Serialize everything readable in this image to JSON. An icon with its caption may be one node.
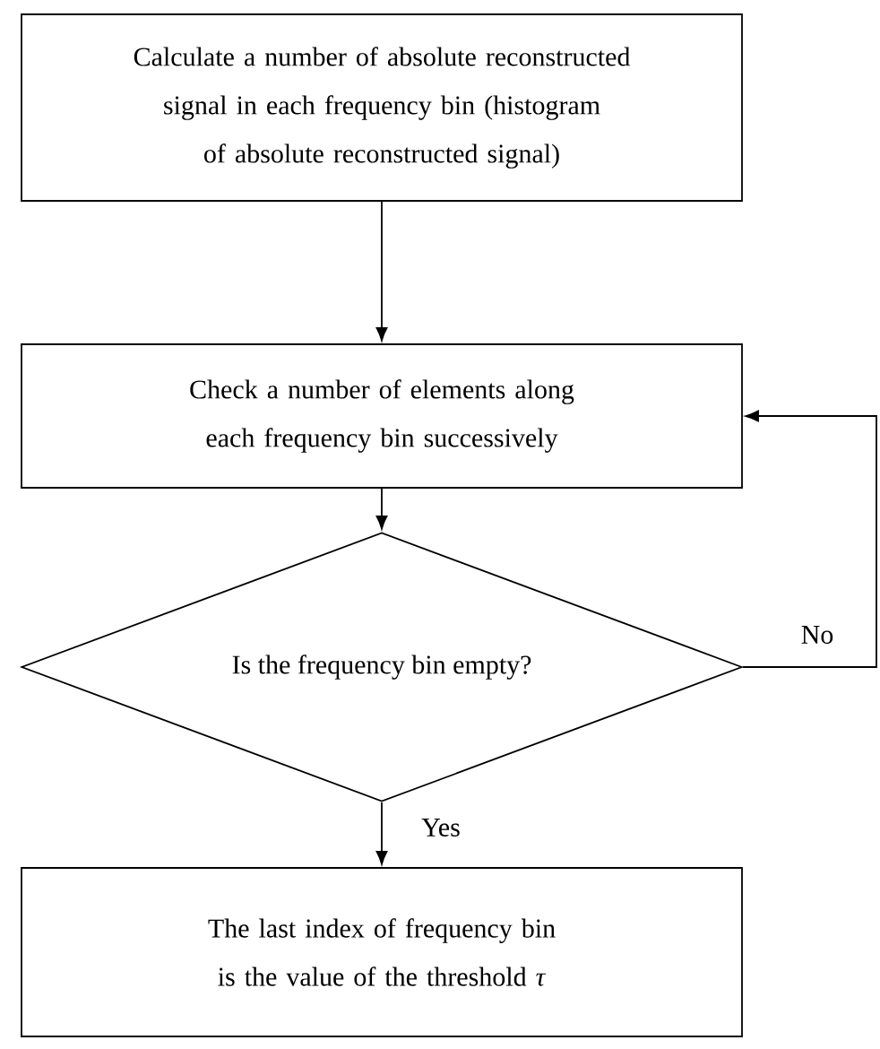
{
  "diagram": {
    "nodes": [
      {
        "text": [
          "Calculate a number of absolute reconstructed signal in each frequency bin (histogram of absolute reconstructed signal)"
        ]
      },
      {
        "text": [
          "Check a number of elements along each frequency bin successively"
        ]
      },
      {
        "text": [
          "Is the frequency bin empty?"
        ]
      },
      {
        "text": [
          "The last index of frequency bin is the value of the threshold *τ*"
        ]
      }
    ],
    "edges": [
      {
        "from": 0,
        "to": 1,
        "arrow": "to"
      },
      {
        "from": 1,
        "to": 2,
        "arrow": "to"
      },
      {
        "from": 2,
        "to": 3,
        "arrow": "to",
        "label": "Yes"
      },
      {
        "from": 2,
        "to": 1,
        "arrow": "to",
        "label": "No"
      }
    ]
  }
}
